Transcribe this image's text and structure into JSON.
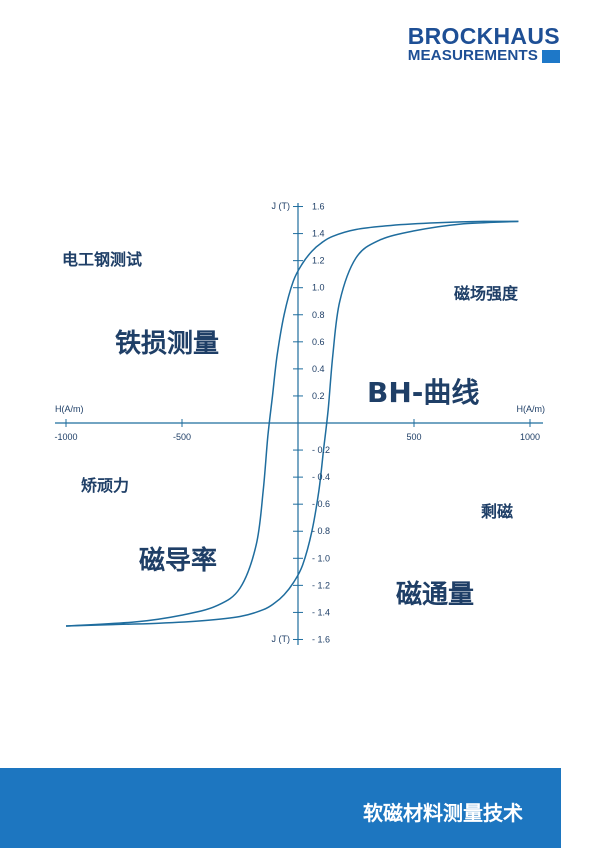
{
  "brand": {
    "line1": "BROCKHAUS",
    "line2": "MEASUREMENTS",
    "color": "#1e4f95",
    "accent": "#1e78c8"
  },
  "keywords": {
    "electrical_steel": "电工钢测试",
    "iron_loss": "铁损测量",
    "field_strength": "磁场强度",
    "bh_curve": "BH-曲线",
    "coercivity": "矫顽力",
    "remanence": "剩磁",
    "permeability": "磁导率",
    "flux": "磁通量"
  },
  "chart_data": {
    "type": "line",
    "title": "",
    "xlabel": "H(A/m)",
    "ylabel": "J (T)",
    "xlim": [
      -1000,
      1000
    ],
    "ylim": [
      -1.6,
      1.6
    ],
    "x_ticks": [
      -1000,
      -500,
      500,
      1000
    ],
    "x_tick_labels": [
      "-1000",
      "-500",
      "500",
      "1000"
    ],
    "y_ticks": [
      1.6,
      1.4,
      1.2,
      1.0,
      0.8,
      0.6,
      0.4,
      0.2,
      -0.2,
      -0.4,
      -0.6,
      -0.8,
      -1.0,
      -1.2,
      -1.4,
      -1.6
    ],
    "y_tick_labels": [
      "1.6",
      "1.4",
      "1.2",
      "1.0",
      "0.8",
      "0.6",
      "0.4",
      "0.2",
      "- 0.2",
      "- 0.4",
      "- 0.6",
      "- 0.8",
      "- 1.0",
      "- 1.2",
      "- 1.4",
      "- 1.6"
    ],
    "grid": false,
    "line_color": "#1f6d9e",
    "series": [
      {
        "x": [
          -1000,
          -700,
          -500,
          -350,
          -250,
          -180,
          -150,
          -130,
          -110,
          -90,
          -60,
          -20,
          20,
          60,
          100,
          150,
          250,
          400,
          600,
          800,
          950
        ],
        "y": [
          -1.5,
          -1.47,
          -1.42,
          -1.35,
          -1.22,
          -0.9,
          -0.5,
          -0.1,
          0.2,
          0.5,
          0.8,
          1.05,
          1.18,
          1.27,
          1.33,
          1.38,
          1.43,
          1.46,
          1.48,
          1.49,
          1.49
        ]
      },
      {
        "x": [
          950,
          700,
          500,
          350,
          250,
          180,
          150,
          130,
          110,
          90,
          60,
          20,
          -20,
          -60,
          -100,
          -150,
          -250,
          -400,
          -600,
          -800,
          -1000
        ],
        "y": [
          1.49,
          1.47,
          1.42,
          1.35,
          1.22,
          0.9,
          0.5,
          0.1,
          -0.2,
          -0.5,
          -0.8,
          -1.05,
          -1.18,
          -1.27,
          -1.33,
          -1.38,
          -1.43,
          -1.46,
          -1.48,
          -1.49,
          -1.5
        ]
      }
    ]
  },
  "footer": {
    "title": "软磁材料测量技术",
    "color": "#1d76c0"
  }
}
